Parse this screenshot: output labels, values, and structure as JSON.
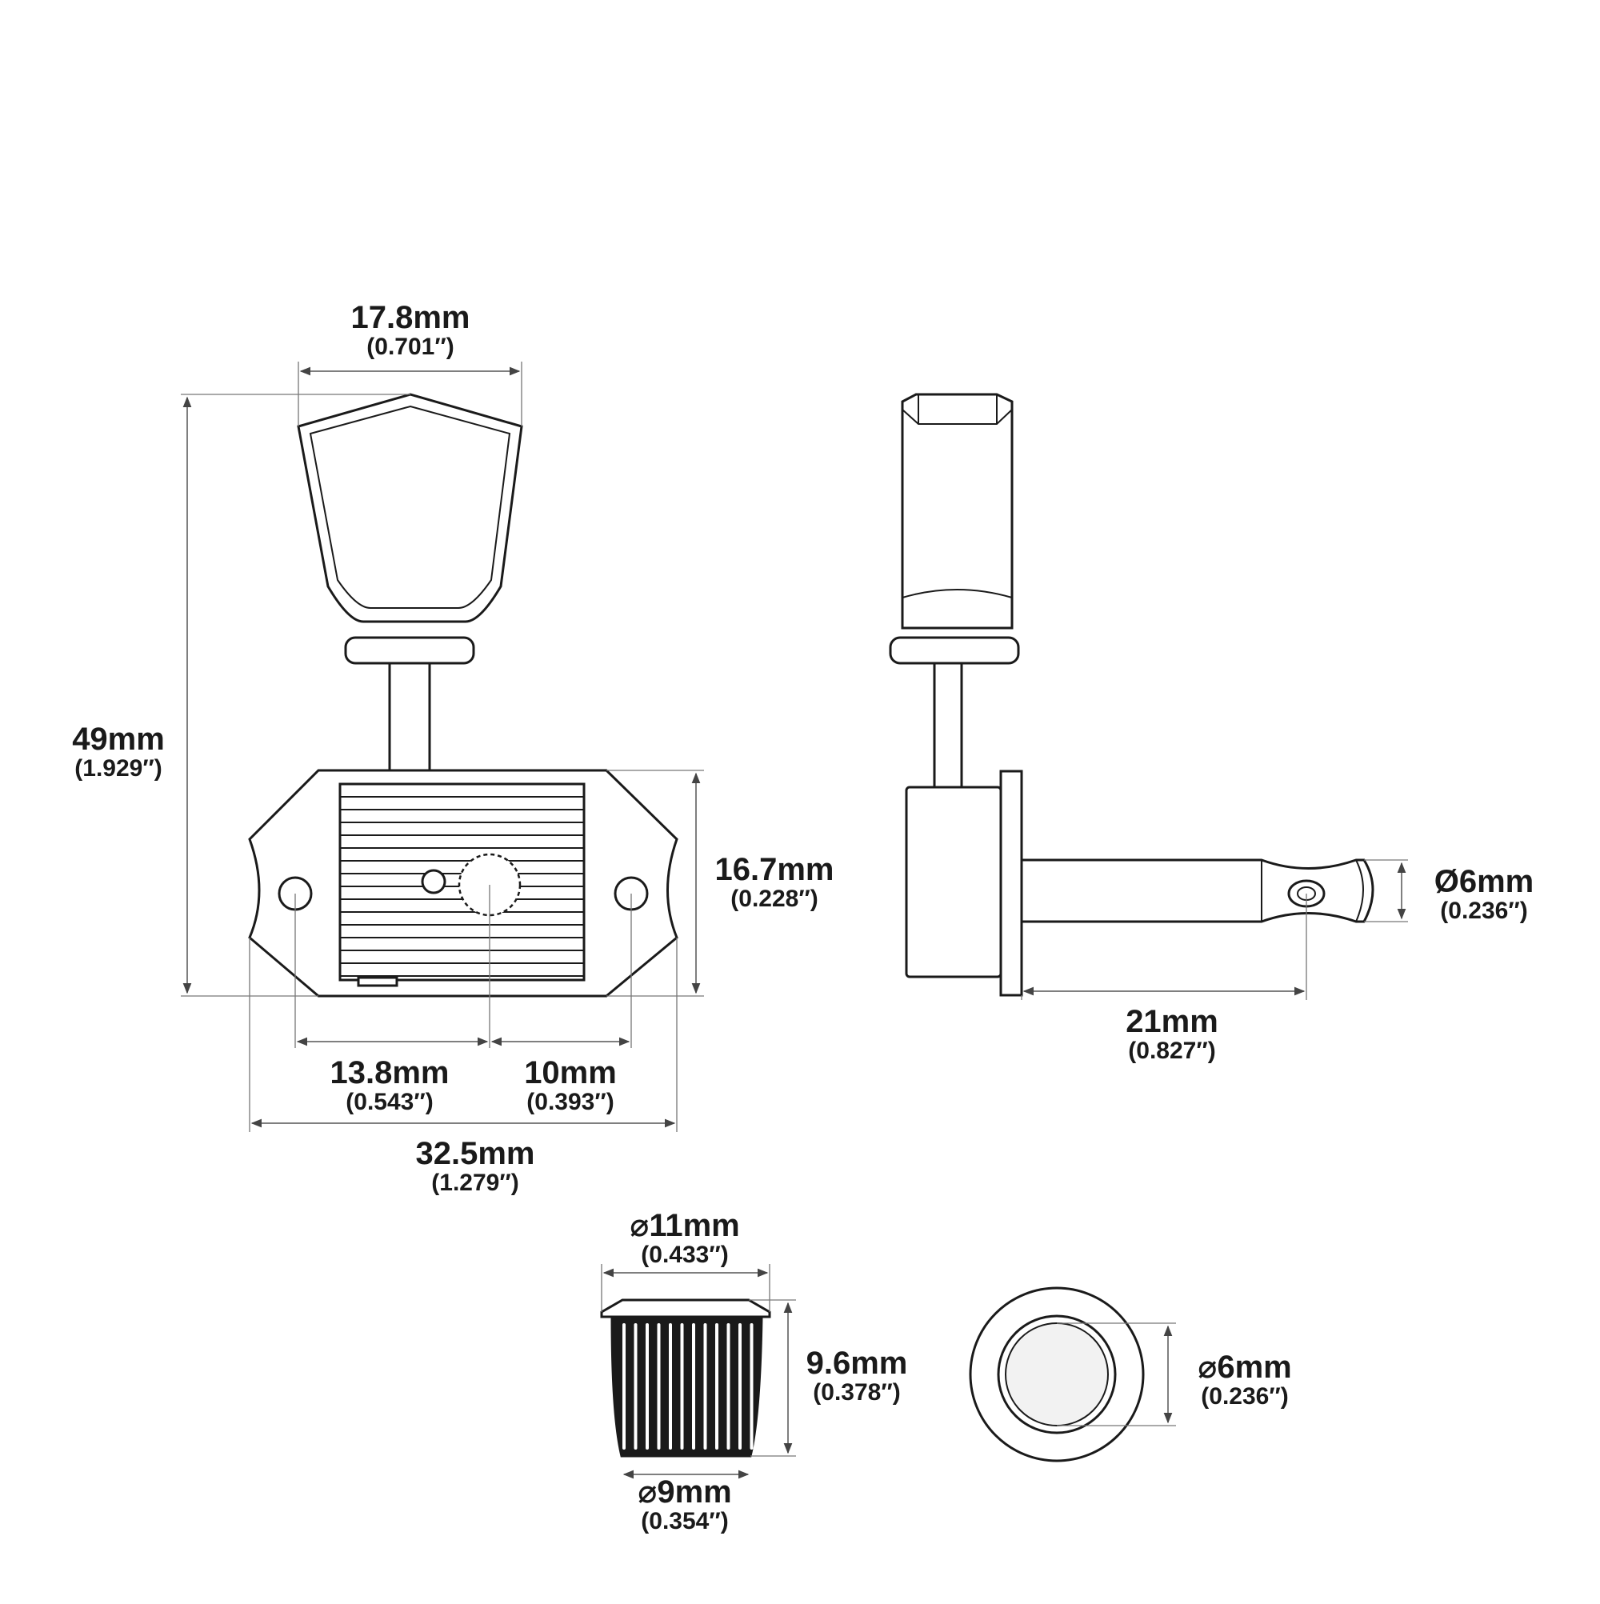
{
  "dimensions": {
    "button_width": {
      "mm": "17.8mm",
      "inch": "(0.701″)"
    },
    "total_height": {
      "mm": "49mm",
      "inch": "(1.929″)"
    },
    "housing_height": {
      "mm": "16.7mm",
      "inch": "(0.228″)"
    },
    "hole_to_post": {
      "mm": "13.8mm",
      "inch": "(0.543″)"
    },
    "post_to_hole": {
      "mm": "10mm",
      "inch": "(0.393″)"
    },
    "plate_width": {
      "mm": "32.5mm",
      "inch": "(1.279″)"
    },
    "post_length": {
      "mm": "21mm",
      "inch": "(0.827″)"
    },
    "post_diameter": {
      "mm": "Ø6mm",
      "inch": "(0.236″)"
    },
    "bushing_top_diameter": {
      "mm": "⌀11mm",
      "inch": "(0.433″)"
    },
    "bushing_height": {
      "mm": "9.6mm",
      "inch": "(0.378″)"
    },
    "bushing_bottom_diameter": {
      "mm": "⌀9mm",
      "inch": "(0.354″)"
    },
    "bushing_hole_diameter": {
      "mm": "⌀6mm",
      "inch": "(0.236″)"
    }
  },
  "colors": {
    "line": "#1a1a1a",
    "dimension": "#555555",
    "background": "#ffffff"
  }
}
